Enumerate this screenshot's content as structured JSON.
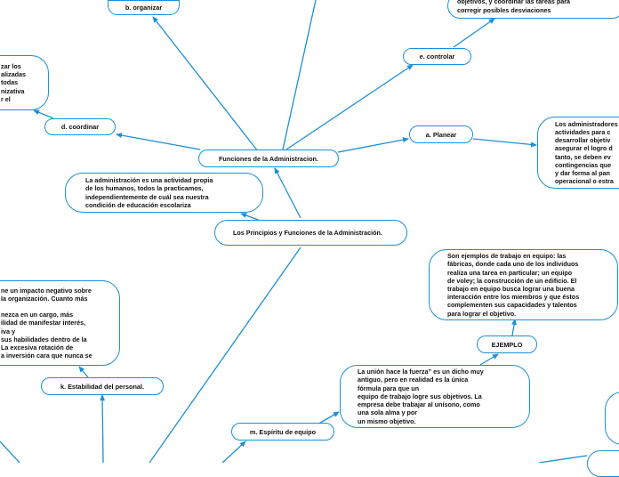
{
  "diagram": {
    "root": "Los Principios y Funciones de la Administración.",
    "functions_hub": "Funciones de la Administracion.",
    "nodes": {
      "organizar": "b. organizar",
      "controlar": "e. controlar",
      "coordinar": "d. coordinar",
      "planear": "a. Planear",
      "estabilidad": "k. Estabilidad del personal.",
      "espiritu": "m. Espíritu de equipo",
      "ejemplo": "EJEMPLO"
    },
    "texts": {
      "controlar_desc": "objetivos, y coordinar las tareas para\ncorregir posibles desviaciones",
      "coordinar_desc": "zar los\nalizadas\n todas\nnizativa\nr el",
      "admin_intro": "La administración es una actividad propia\nde los humanos, todos la practicamos,\nindependientemente de cuál sea nuestra\ncondición de educación escolariza",
      "planear_desc": "Los administradores\nactividades para c\ndesarrollar objetiv\nasegurar el logro d\ntanto, se deben ev\ncontingencias que\ny dar forma al pan\noperacional o estra",
      "ejemplo_desc": "Son ejemplos de trabajo en equipo: las\nfábricas, donde cada uno de los individuos\nrealiza una tarea en particular; un equipo\nde voley; la construcción de un edificio. El\ntrabajo en equipo busca lograr una buena\ninteracción entre los miembros y que éstos\ncomplementen sus capacidades y talentos\npara lograr el objetivo.",
      "union_desc": "La unión hace la fuerza” es un dicho muy\nantiguo, pero en realidad es la única\nfórmula para que un\nequipo de trabajo logre sus objetivos. La\nempresa debe trabajar al unísono, como\nuna sola alma y por\nun mismo objetivo.",
      "estabilidad_desc": "ne un impacto negativo sobre\n la organización. Cuanto más\n\nnezca en un cargo, más\nilidad de manifestar interés,\niva y\n sus habilidades dentro de la\nLa excesiva rotación de\na inversión cara que nunca se"
    }
  }
}
